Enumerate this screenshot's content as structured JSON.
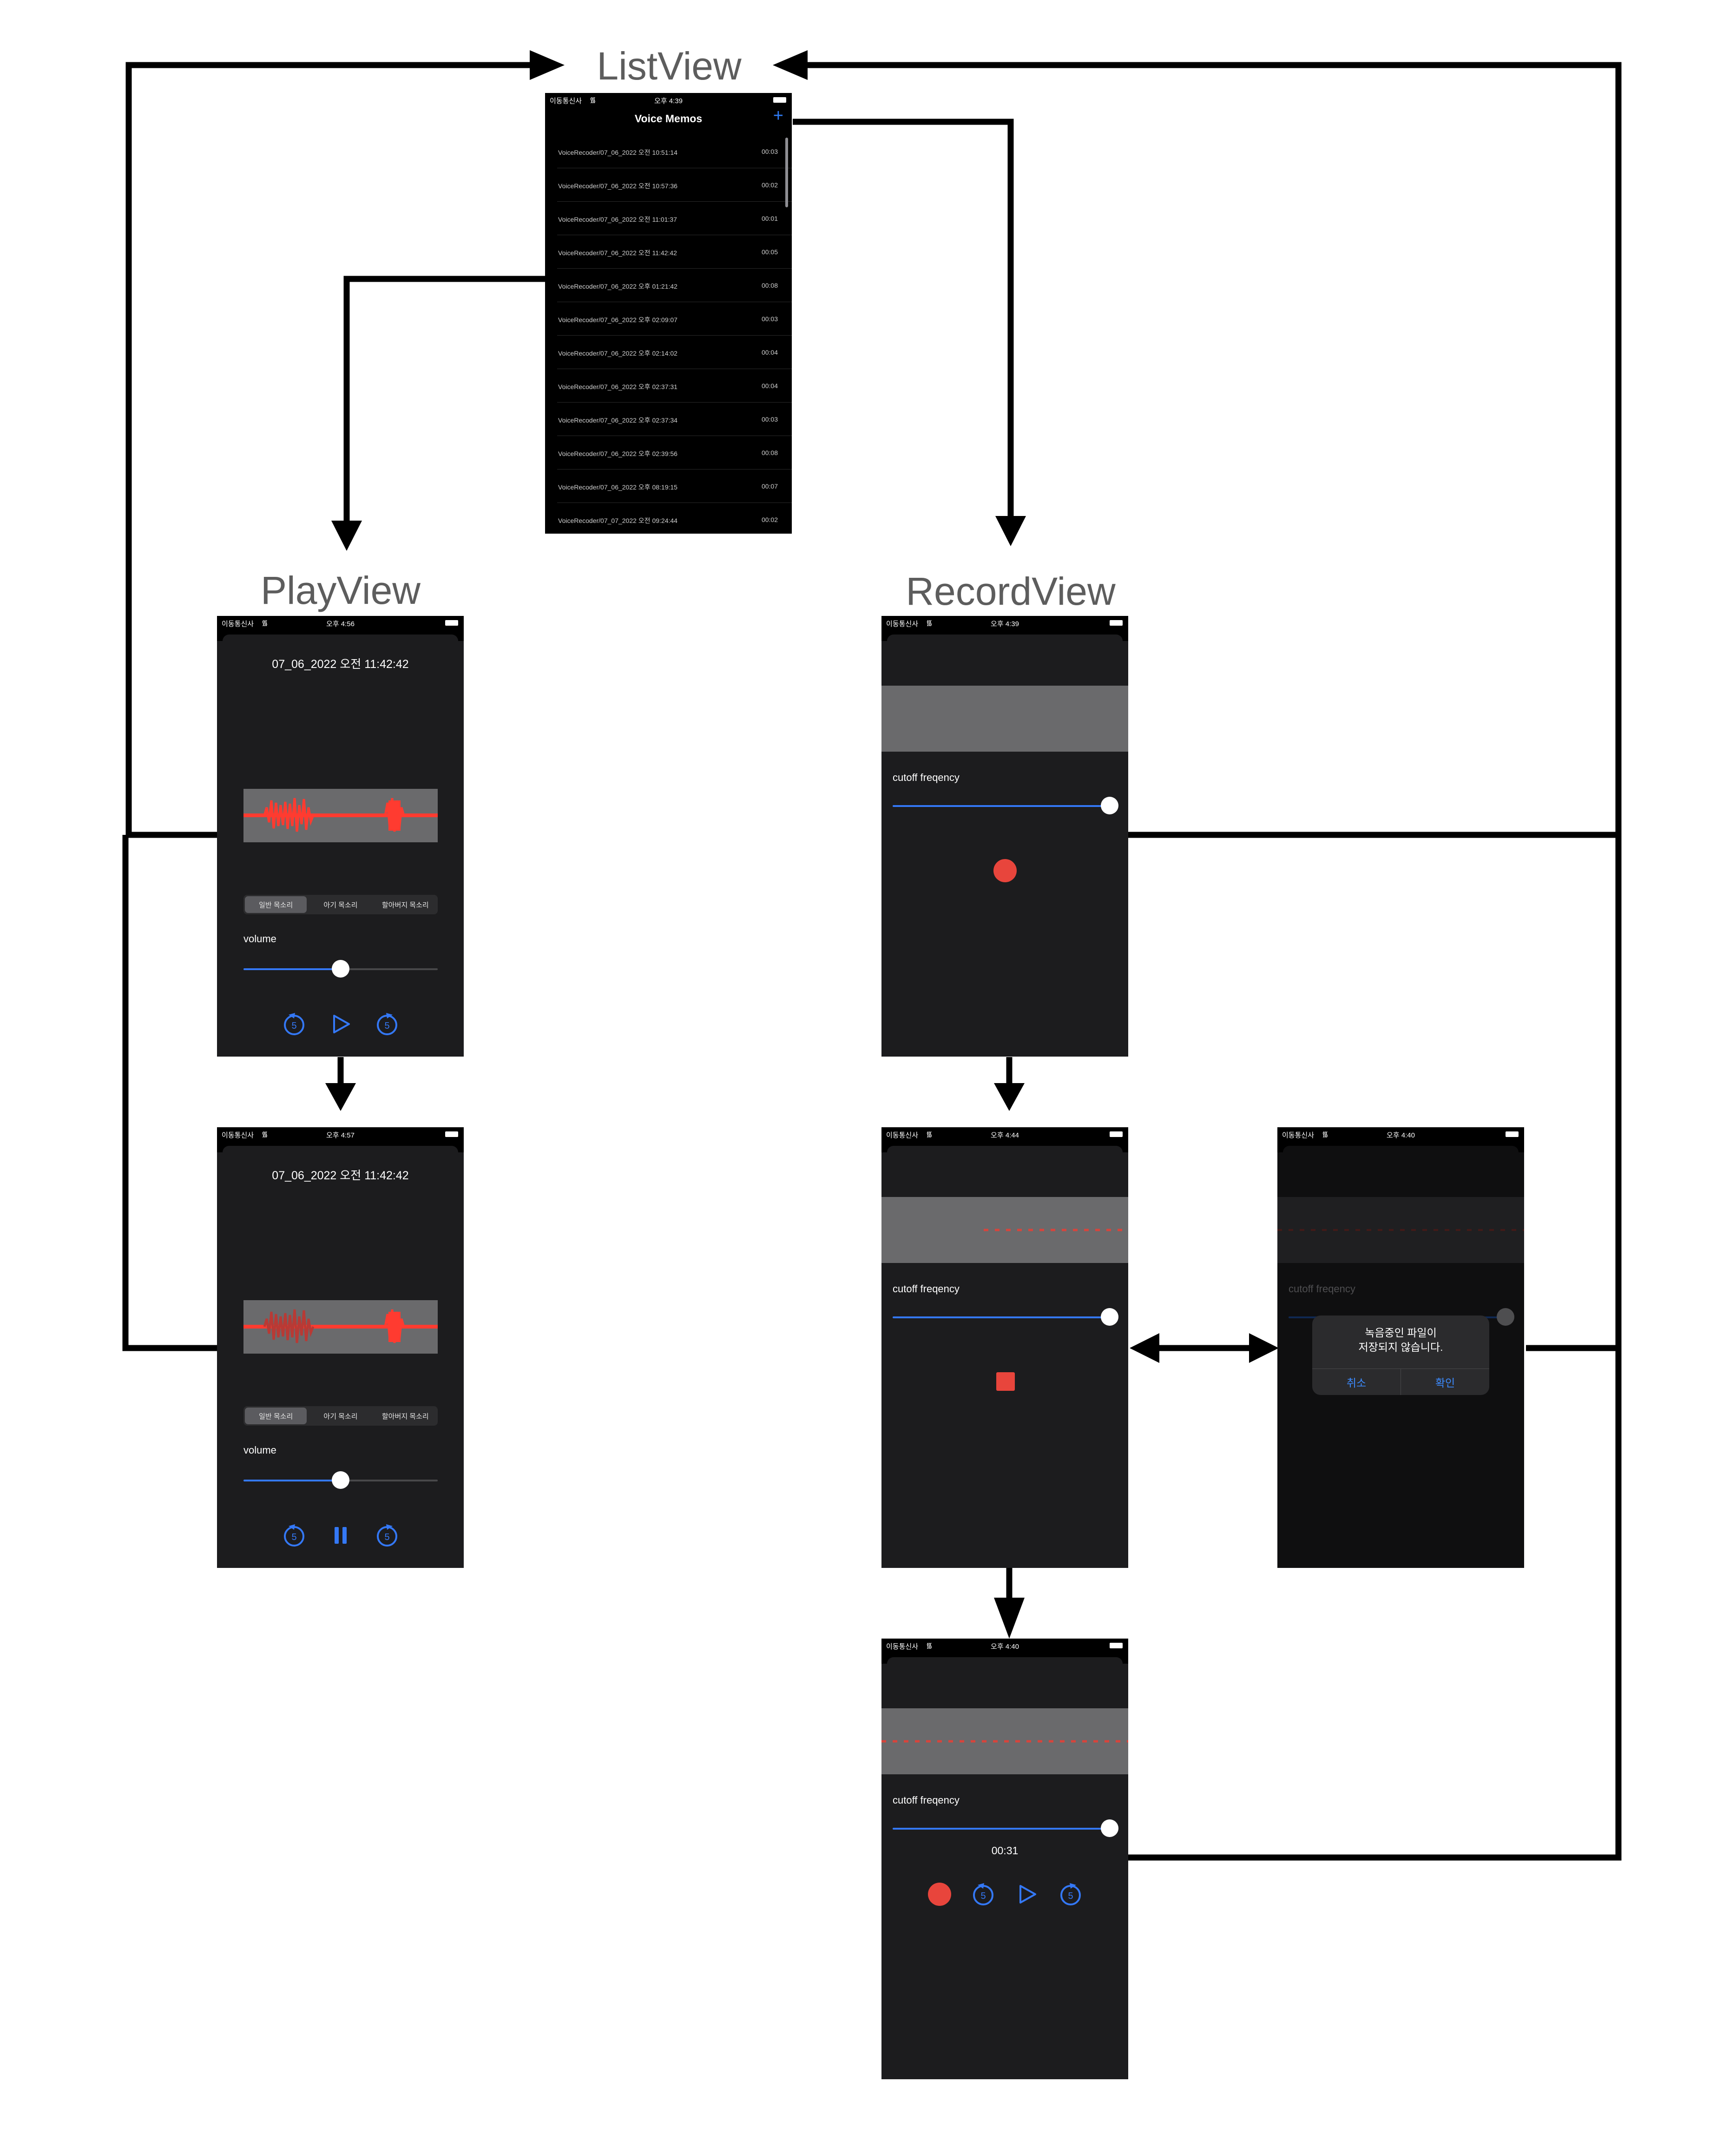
{
  "titles": {
    "list": "ListView",
    "play": "PlayView",
    "record": "RecordView"
  },
  "colors": {
    "accent": "#2f7bf5",
    "record_red": "#e8453c",
    "waveform_red": "#ff3b30",
    "phone_bg": "#1c1c1e",
    "arrow": "#000000"
  },
  "list_screen": {
    "status": {
      "carrier": "이동통신사",
      "time": "오후 4:39"
    },
    "nav_title": "Voice Memos",
    "add_icon": "plus-icon",
    "memos": [
      {
        "name": "VoiceRecoder/07_06_2022 오전 10:51:14",
        "duration": "00:03"
      },
      {
        "name": "VoiceRecoder/07_06_2022 오전 10:57:36",
        "duration": "00:02"
      },
      {
        "name": "VoiceRecoder/07_06_2022 오전 11:01:37",
        "duration": "00:01"
      },
      {
        "name": "VoiceRecoder/07_06_2022 오전 11:42:42",
        "duration": "00:05"
      },
      {
        "name": "VoiceRecoder/07_06_2022 오후 01:21:42",
        "duration": "00:08"
      },
      {
        "name": "VoiceRecoder/07_06_2022 오후 02:09:07",
        "duration": "00:03"
      },
      {
        "name": "VoiceRecoder/07_06_2022 오후 02:14:02",
        "duration": "00:04"
      },
      {
        "name": "VoiceRecoder/07_06_2022 오후 02:37:31",
        "duration": "00:04"
      },
      {
        "name": "VoiceRecoder/07_06_2022 오후 02:37:34",
        "duration": "00:03"
      },
      {
        "name": "VoiceRecoder/07_06_2022 오후 02:39:56",
        "duration": "00:08"
      },
      {
        "name": "VoiceRecoder/07_06_2022 오후 08:19:15",
        "duration": "00:07"
      },
      {
        "name": "VoiceRecoder/07_07_2022 오전 09:24:44",
        "duration": "00:02"
      }
    ]
  },
  "play_screen_1": {
    "status": {
      "carrier": "이동통신사",
      "time": "오후 4:56"
    },
    "title": "07_06_2022 오전 11:42:42",
    "segments": [
      "일반 목소리",
      "아기 목소리",
      "할아버지 목소리"
    ],
    "selected_segment": 0,
    "volume_label": "volume",
    "volume_level": 0.5,
    "controls": [
      "gobackward-5-icon",
      "play-icon",
      "goforward-5-icon"
    ],
    "skip_seconds": "5"
  },
  "play_screen_2": {
    "status": {
      "carrier": "이동통신사",
      "time": "오후 4:57"
    },
    "title": "07_06_2022 오전 11:42:42",
    "segments": [
      "일반 목소리",
      "아기 목소리",
      "할아버지 목소리"
    ],
    "selected_segment": 0,
    "volume_label": "volume",
    "volume_level": 0.5,
    "controls": [
      "gobackward-5-icon",
      "pause-icon",
      "goforward-5-icon"
    ],
    "skip_seconds": "5"
  },
  "record_screen_1": {
    "status": {
      "carrier": "이동통신사",
      "time": "오후 4:39"
    },
    "cutoff_label": "cutoff freqency",
    "cutoff_level": 1.0,
    "button": "record-icon"
  },
  "record_screen_2": {
    "status": {
      "carrier": "이동통신사",
      "time": "오후 4:44"
    },
    "cutoff_label": "cutoff freqency",
    "cutoff_level": 1.0,
    "button": "stop-icon"
  },
  "record_screen_alert": {
    "status": {
      "carrier": "이동통신사",
      "time": "오후 4:40"
    },
    "cutoff_label": "cutoff freqency",
    "cutoff_level": 1.0,
    "alert_message_line1": "녹음중인 파일이",
    "alert_message_line2": "저장되지 않습니다.",
    "alert_cancel": "취소",
    "alert_confirm": "확인"
  },
  "record_screen_3": {
    "status": {
      "carrier": "이동통신사",
      "time": "오후 4:40"
    },
    "cutoff_label": "cutoff freqency",
    "cutoff_level": 1.0,
    "timer": "00:31",
    "controls": [
      "record-icon",
      "gobackward-5-icon",
      "play-icon",
      "goforward-5-icon"
    ],
    "skip_seconds": "5"
  }
}
